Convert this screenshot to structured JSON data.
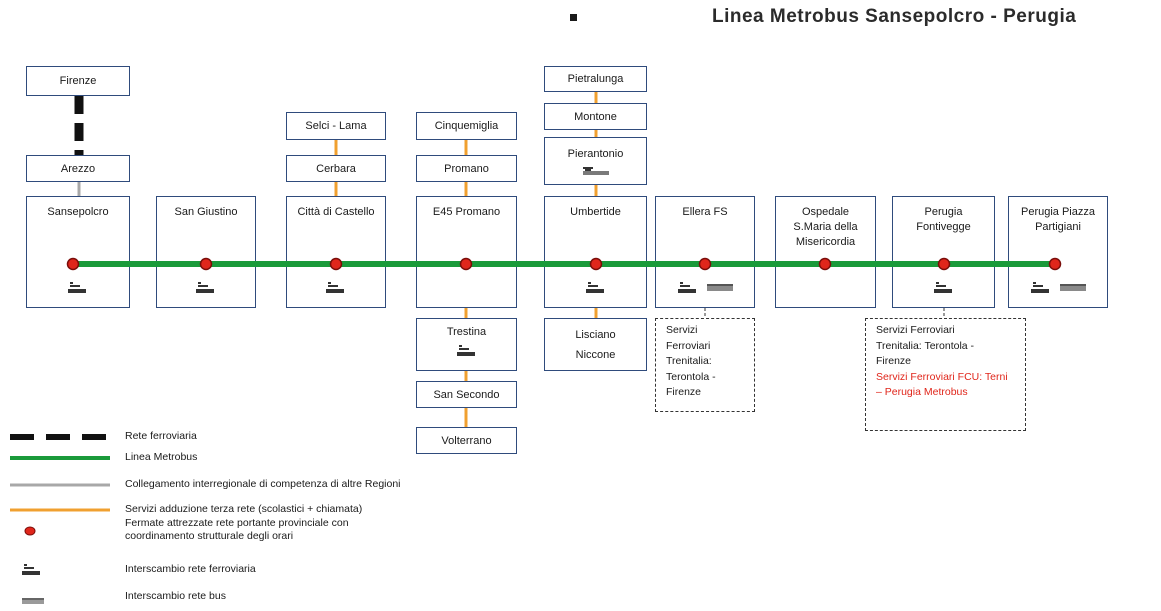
{
  "title": "Linea Metrobus Sansepolcro - Perugia",
  "stations": [
    {
      "name": "Sansepolcro",
      "rail": true,
      "bus": false
    },
    {
      "name": "San Giustino",
      "rail": true,
      "bus": false
    },
    {
      "name": "Città di Castello",
      "rail": true,
      "bus": false
    },
    {
      "name": "E45 Promano",
      "rail": false,
      "bus": false
    },
    {
      "name": "Umbertide",
      "rail": true,
      "bus": false
    },
    {
      "name": "Ellera FS",
      "rail": true,
      "bus": true
    },
    {
      "name": "Ospedale S.Maria della Misericordia",
      "rail": false,
      "bus": false
    },
    {
      "name": "Perugia Fontivegge",
      "rail": true,
      "bus": false
    },
    {
      "name": "Perugia Piazza Partigiani",
      "rail": true,
      "bus": true
    }
  ],
  "feeders": {
    "firenze": "Firenze",
    "arezzo": "Arezzo",
    "selci_lama": "Selci - Lama",
    "cerbara": "Cerbara",
    "cinquemiglia": "Cinquemiglia",
    "promano": "Promano",
    "pietralunga": "Pietralunga",
    "montone": "Montone",
    "pierantonio": "Pierantonio",
    "trestina": "Trestina",
    "san_secondo": "San Secondo",
    "volterrano": "Volterrano",
    "lisciano_niccone": "Lisciano Niccone"
  },
  "notes": {
    "ellera": "Servizi Ferroviari Trenitalia: Terontola - Firenze",
    "fontivegge_black": "Servizi Ferroviari Trenitalia: Terontola - Firenze",
    "fontivegge_red": "Servizi Ferroviari FCU: Terni – Perugia Metrobus"
  },
  "legend": [
    {
      "label": "Rete ferroviaria",
      "symbol": "rail-line"
    },
    {
      "label": "Linea Metrobus",
      "symbol": "metrobus-line"
    },
    {
      "label": "Collegamento interregionale di competenza di altre Regioni",
      "symbol": "interregional-line"
    },
    {
      "label": "Servizi adduzione terza rete (scolastici + chiamata)",
      "symbol": "feeder-line"
    },
    {
      "label": "Fermate attrezzate rete portante provinciale con coordinamento strutturale degli orari",
      "symbol": "stop-marker"
    },
    {
      "label": "Interscambio rete ferroviaria",
      "symbol": "rail-interchange-icon"
    },
    {
      "label": "Interscambio rete bus",
      "symbol": "bus-interchange-icon"
    }
  ],
  "colors": {
    "metrobus": "#1a9a3a",
    "feeder": "#f0a030",
    "interregional": "#a8a8a8",
    "rail": "#111111",
    "stop": "#e0261b",
    "box_border": "#2f4b7c",
    "note_red": "#e0261b"
  }
}
